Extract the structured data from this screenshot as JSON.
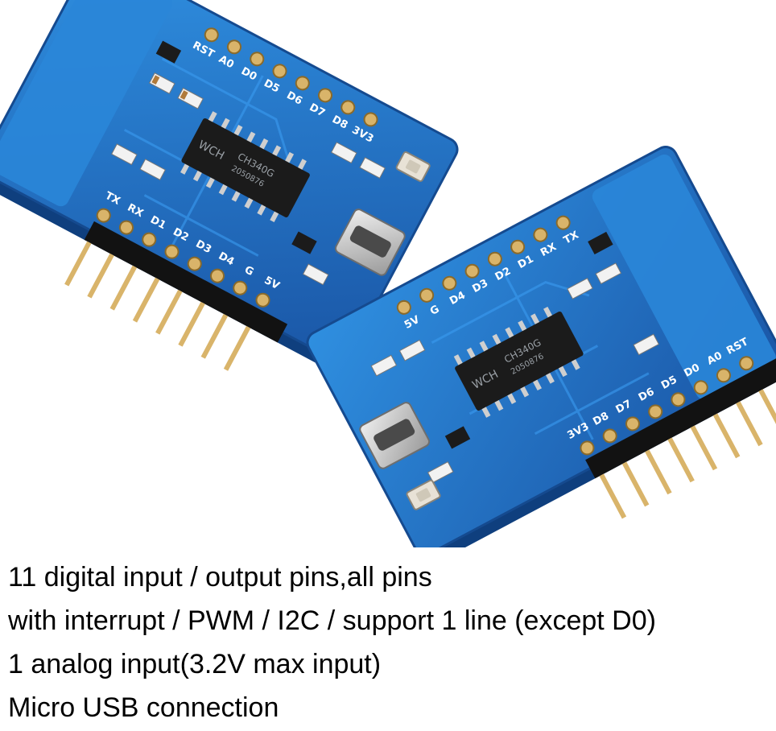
{
  "colors": {
    "pcb_blue": "#1f5fb0",
    "pcb_light": "#2f8fe0",
    "header_black": "#121212",
    "pin_gold": "#d9b46a",
    "usb_silver": "#c8c8c8",
    "caption_text": "#000000"
  },
  "board_front": {
    "pins_right": [
      "RST",
      "A0",
      "D0",
      "D5",
      "D6",
      "D7",
      "D8",
      "3V3"
    ],
    "pins_left": [
      "TX",
      "RX",
      "D1",
      "D2",
      "D3",
      "D4",
      "G",
      "5V"
    ],
    "chip_brand": "WCH",
    "chip_model": "CH340G",
    "chip_code": "2050876",
    "usb_icon": "micro-usb-port-icon",
    "button_icon": "reset-button-icon"
  },
  "board_back": {
    "pins_top": [
      "TX",
      "RX",
      "D1",
      "D2",
      "D3",
      "D4",
      "G",
      "5V"
    ],
    "pins_right": [
      "RST",
      "A0",
      "D0",
      "D5",
      "D6",
      "D7",
      "D8",
      "3V3"
    ],
    "chip_brand": "WCH",
    "chip_model": "CH340G",
    "chip_code": "2050876"
  },
  "caption": [
    "11 digital input / output pins,all pins",
    "with interrupt / PWM / I2C / support 1 line (except D0)",
    "1 analog input(3.2V max input)",
    "Micro USB connection"
  ]
}
